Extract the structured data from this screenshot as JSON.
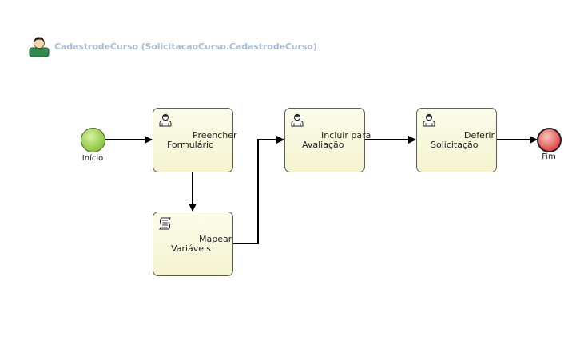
{
  "pool": {
    "title": "CadastrodeCurso (SolicitacaoCurso.CadastrodeCurso)",
    "icon": "user-icon"
  },
  "events": {
    "start": {
      "label": "Início",
      "color": "#8fc63f",
      "icon": "start-event-icon"
    },
    "end": {
      "label": "Fim",
      "color": "#e04a4a",
      "icon": "end-event-icon"
    }
  },
  "tasks": {
    "preencher": {
      "line1": "Preencher",
      "line2": "Formulário",
      "icon": "user-task-icon"
    },
    "mapear": {
      "line1": "Mapear",
      "line2": "Variáveis",
      "icon": "script-task-icon"
    },
    "incluir": {
      "line1": "Incluir para",
      "line2": "Avaliação",
      "icon": "user-task-icon"
    },
    "deferir": {
      "line1": "Deferir",
      "line2": "Solicitação",
      "icon": "user-task-icon"
    }
  },
  "colors": {
    "task_fill": "#f8f8da",
    "task_border": "#5e5e52",
    "flow": "#000000",
    "pool_title": "#a9bdd6"
  }
}
